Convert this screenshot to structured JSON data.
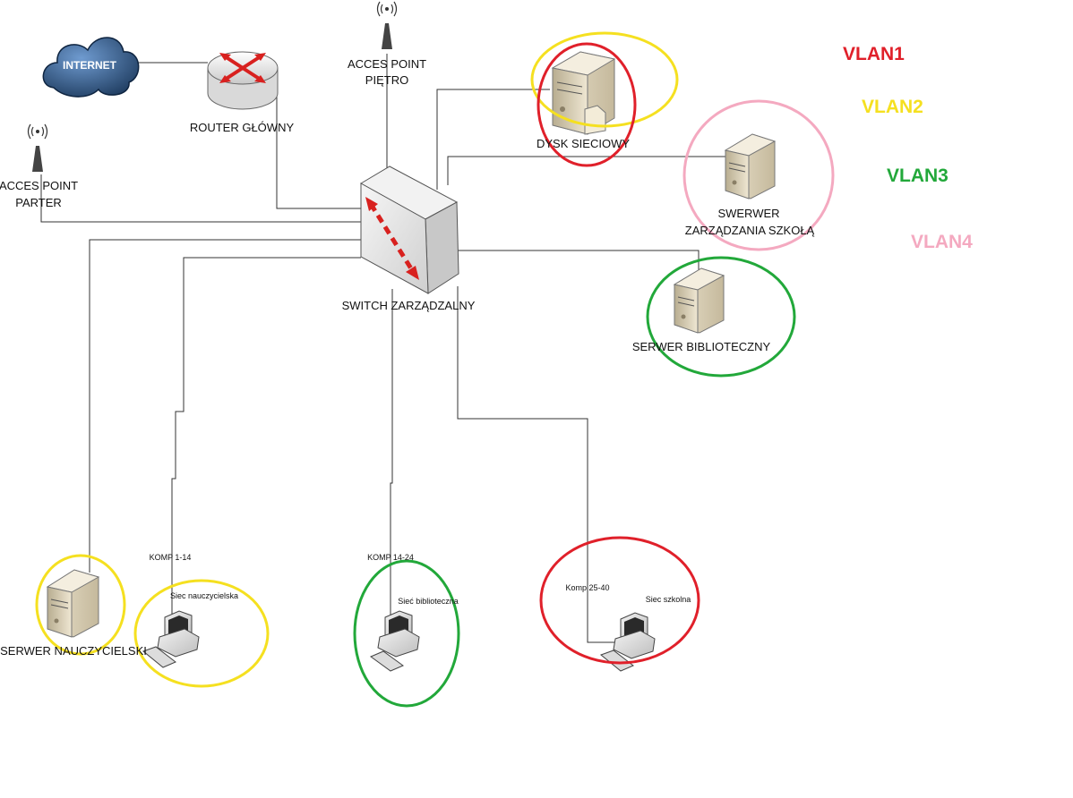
{
  "labels": {
    "internet": "INTERNET",
    "router": "ROUTER GŁÓWNY",
    "ap_floor_line1": "ACCES POINT",
    "ap_floor_line2": "PIĘTRO",
    "ap_ground_line1": "ACCES POINT",
    "ap_ground_line2": "PARTER",
    "switch": "SWITCH ZARZĄDZALNY",
    "network_disk": "DYSK SIECIOWY",
    "school_mgmt_server_line1": "SWERWER",
    "school_mgmt_server_line2": "ZARZĄDZANIA SZKOŁĄ",
    "library_server": "SERWER BIBLIOTECZNY",
    "teacher_server": "SERWER NAUCZYCIELSKI",
    "komp_1_14": "KOMP 1-14",
    "teacher_net": "Siec nauczycielska",
    "komp_14_24": "KOMP 14-24",
    "library_net": "Sieć biblioteczna",
    "komp_25_40": "Komp 25-40",
    "school_net": "Siec szkolna"
  },
  "legend": [
    {
      "label": "VLAN1",
      "color": "#e0202a"
    },
    {
      "label": "VLAN2",
      "color": "#f5e020"
    },
    {
      "label": "VLAN3",
      "color": "#22a83a"
    },
    {
      "label": "VLAN4",
      "color": "#f4a9c0"
    }
  ],
  "colors": {
    "vlan_red": "#e0202a",
    "vlan_yellow": "#f5e020",
    "vlan_green": "#22a83a",
    "vlan_pink": "#f4a9c0",
    "cloud": "#1f3e67",
    "arrow": "#d8211f"
  }
}
